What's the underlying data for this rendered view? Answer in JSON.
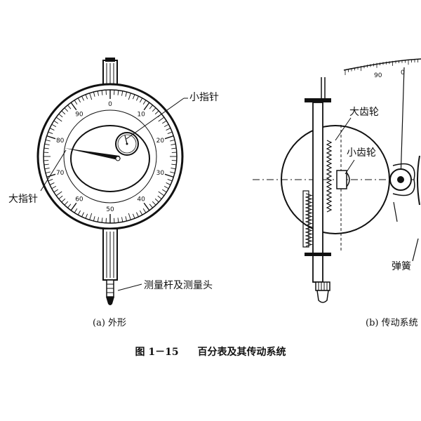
{
  "dial_numbers": [
    "0",
    "10",
    "20",
    "30",
    "40",
    "50",
    "60",
    "70",
    "80",
    "90"
  ],
  "gauge_numbers": [
    "90",
    "0"
  ],
  "labels": {
    "small_pointer": "小指针",
    "big_pointer": "大指针",
    "measuring_rod": "测量杆及测量头",
    "big_gear": "大齿轮",
    "small_gear": "小齿轮",
    "spring": "弹簧"
  },
  "subcaptions": {
    "a": "(a) 外形",
    "b": "(b) 传动系统"
  },
  "caption": {
    "number": "图 1－15",
    "title": "百分表及其传动系统"
  }
}
